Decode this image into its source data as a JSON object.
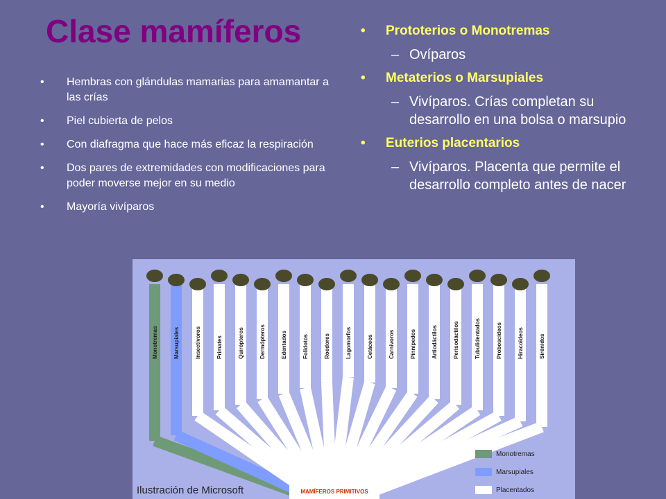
{
  "title": "Clase mamíferos",
  "left_bullets": [
    "Hembras con glándulas mamarias para amamantar a las crías",
    "Piel cubierta de pelos",
    "Con diafragma que hace más eficaz la respiración",
    "Dos pares de extremidades con modificaciones para poder moverse mejor en su medio",
    "Mayoría vivíparos"
  ],
  "right_groups": [
    {
      "heading": "Prototerios o Monotremas",
      "detail": "Ovíparos"
    },
    {
      "heading": "Metaterios o Marsupiales",
      "detail": "Vivíparos. Crías completan su desarrollo en una bolsa o marsupio"
    },
    {
      "heading": "Euterios  placentarios",
      "detail": "Vivíparos. Placenta que permite el desarrollo completo antes de nacer"
    }
  ],
  "figure": {
    "caption": "Ilustración de Microsoft",
    "root_label": "MAMÍFEROS PRIMITIVOS",
    "branches": [
      "Monotremas",
      "Marsupiales",
      "Insectívoros",
      "Primates",
      "Quirópteros",
      "Dermópteros",
      "Edentados",
      "Folidotos",
      "Roedores",
      "Lagomorfos",
      "Cetáceos",
      "Carnívoros",
      "Pinnípedos",
      "Artiodáctilos",
      "Perisodáctilos",
      "Tubulidentados",
      "Proboscídeos",
      "Hiracoideos",
      "Sirénidos"
    ],
    "legend": [
      {
        "label": "Monotremas",
        "color": "#6f9a78"
      },
      {
        "label": "Marsupiales",
        "color": "#7f9cff"
      },
      {
        "label": "Placentados",
        "color": "#ffffff"
      }
    ]
  }
}
